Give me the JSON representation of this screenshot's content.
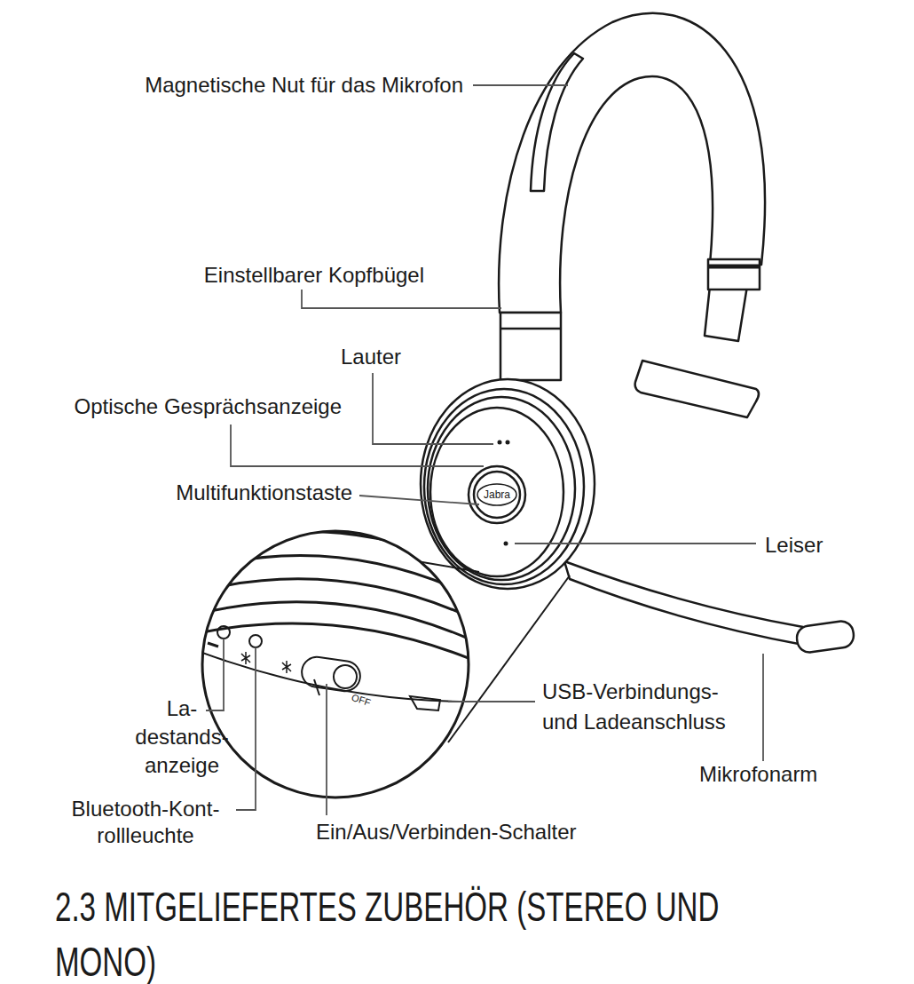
{
  "diagram": {
    "title": "2.3 MITGELIEFERTES ZUBEHÖR (STEREO UND MONO)",
    "labels": [
      "Magnetische Nut für das Mikrofon",
      "Einstellbarer Kopfbügel",
      "Lauter",
      "Optische Gesprächsanzeige",
      "Multifunktionstaste",
      "Leiser",
      "La- destands- anzeige",
      "Bluetooth-Kont- rollleuchte",
      "Ein/Aus/Verbinden-Schalter",
      "USB-Verbindungs- und Ladeanschluss",
      "Mikrofonarm",
      "Jabra",
      "OFF"
    ]
  }
}
